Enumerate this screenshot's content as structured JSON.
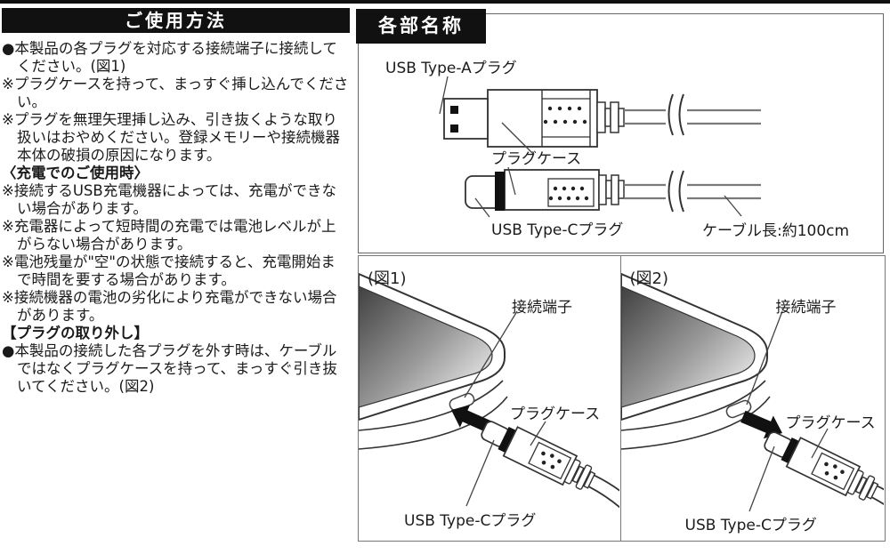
{
  "page": {
    "background": "#ffffff",
    "bar_color": "#111111",
    "line_color": "#333333"
  },
  "usage_section": {
    "title": "ご使用方法",
    "paragraphs": [
      {
        "marker": "●",
        "text": "本製品の各プラグを対応する接続端子に接続してください。(図1)"
      },
      {
        "marker": "※",
        "text": "プラグケースを持って、まっすぐ挿し込んでください。"
      },
      {
        "marker": "※",
        "text": "プラグを無理矢理挿し込み、引き抜くような取り扱いはおやめください。登録メモリーや接続機器本体の破損の原因になります。"
      },
      {
        "marker": "",
        "text": "〈充電でのご使用時〉"
      },
      {
        "marker": "※",
        "text": "接続するUSB充電機器によっては、充電ができない場合があります。"
      },
      {
        "marker": "※",
        "text": "充電器によって短時間の充電では電池レベルが上がらない場合があります。"
      },
      {
        "marker": "※",
        "text": "電池残量が\"空\"の状態で接続すると、充電開始まで時間を要する場合があります。"
      },
      {
        "marker": "※",
        "text": "接続機器の電池の劣化により充電ができない場合があります。"
      },
      {
        "marker": "",
        "text": "【プラグの取り外し】"
      },
      {
        "marker": "●",
        "text": "本製品の接続した各プラグを外す時は、ケーブルではなくプラグケースを持って、まっすぐ引き抜いてください。(図2)"
      }
    ]
  },
  "parts_section": {
    "title": "各部名称",
    "labels": {
      "usb_type_a_plug": "USB Type-Aプラグ",
      "plug_case": "プラグケース",
      "usb_type_c_plug": "USB Type-Cプラグ",
      "cable_length": "ケーブル長:約100cm"
    }
  },
  "figure1": {
    "caption": "(図1)",
    "labels": {
      "connection_terminal": "接続端子",
      "plug_case": "プラグケース",
      "usb_type_c_plug": "USB Type-Cプラグ"
    }
  },
  "figure2": {
    "caption": "(図2)",
    "labels": {
      "connection_terminal": "接続端子",
      "plug_case": "プラグケース",
      "usb_type_c_plug": "USB Type-Cプラグ"
    }
  }
}
